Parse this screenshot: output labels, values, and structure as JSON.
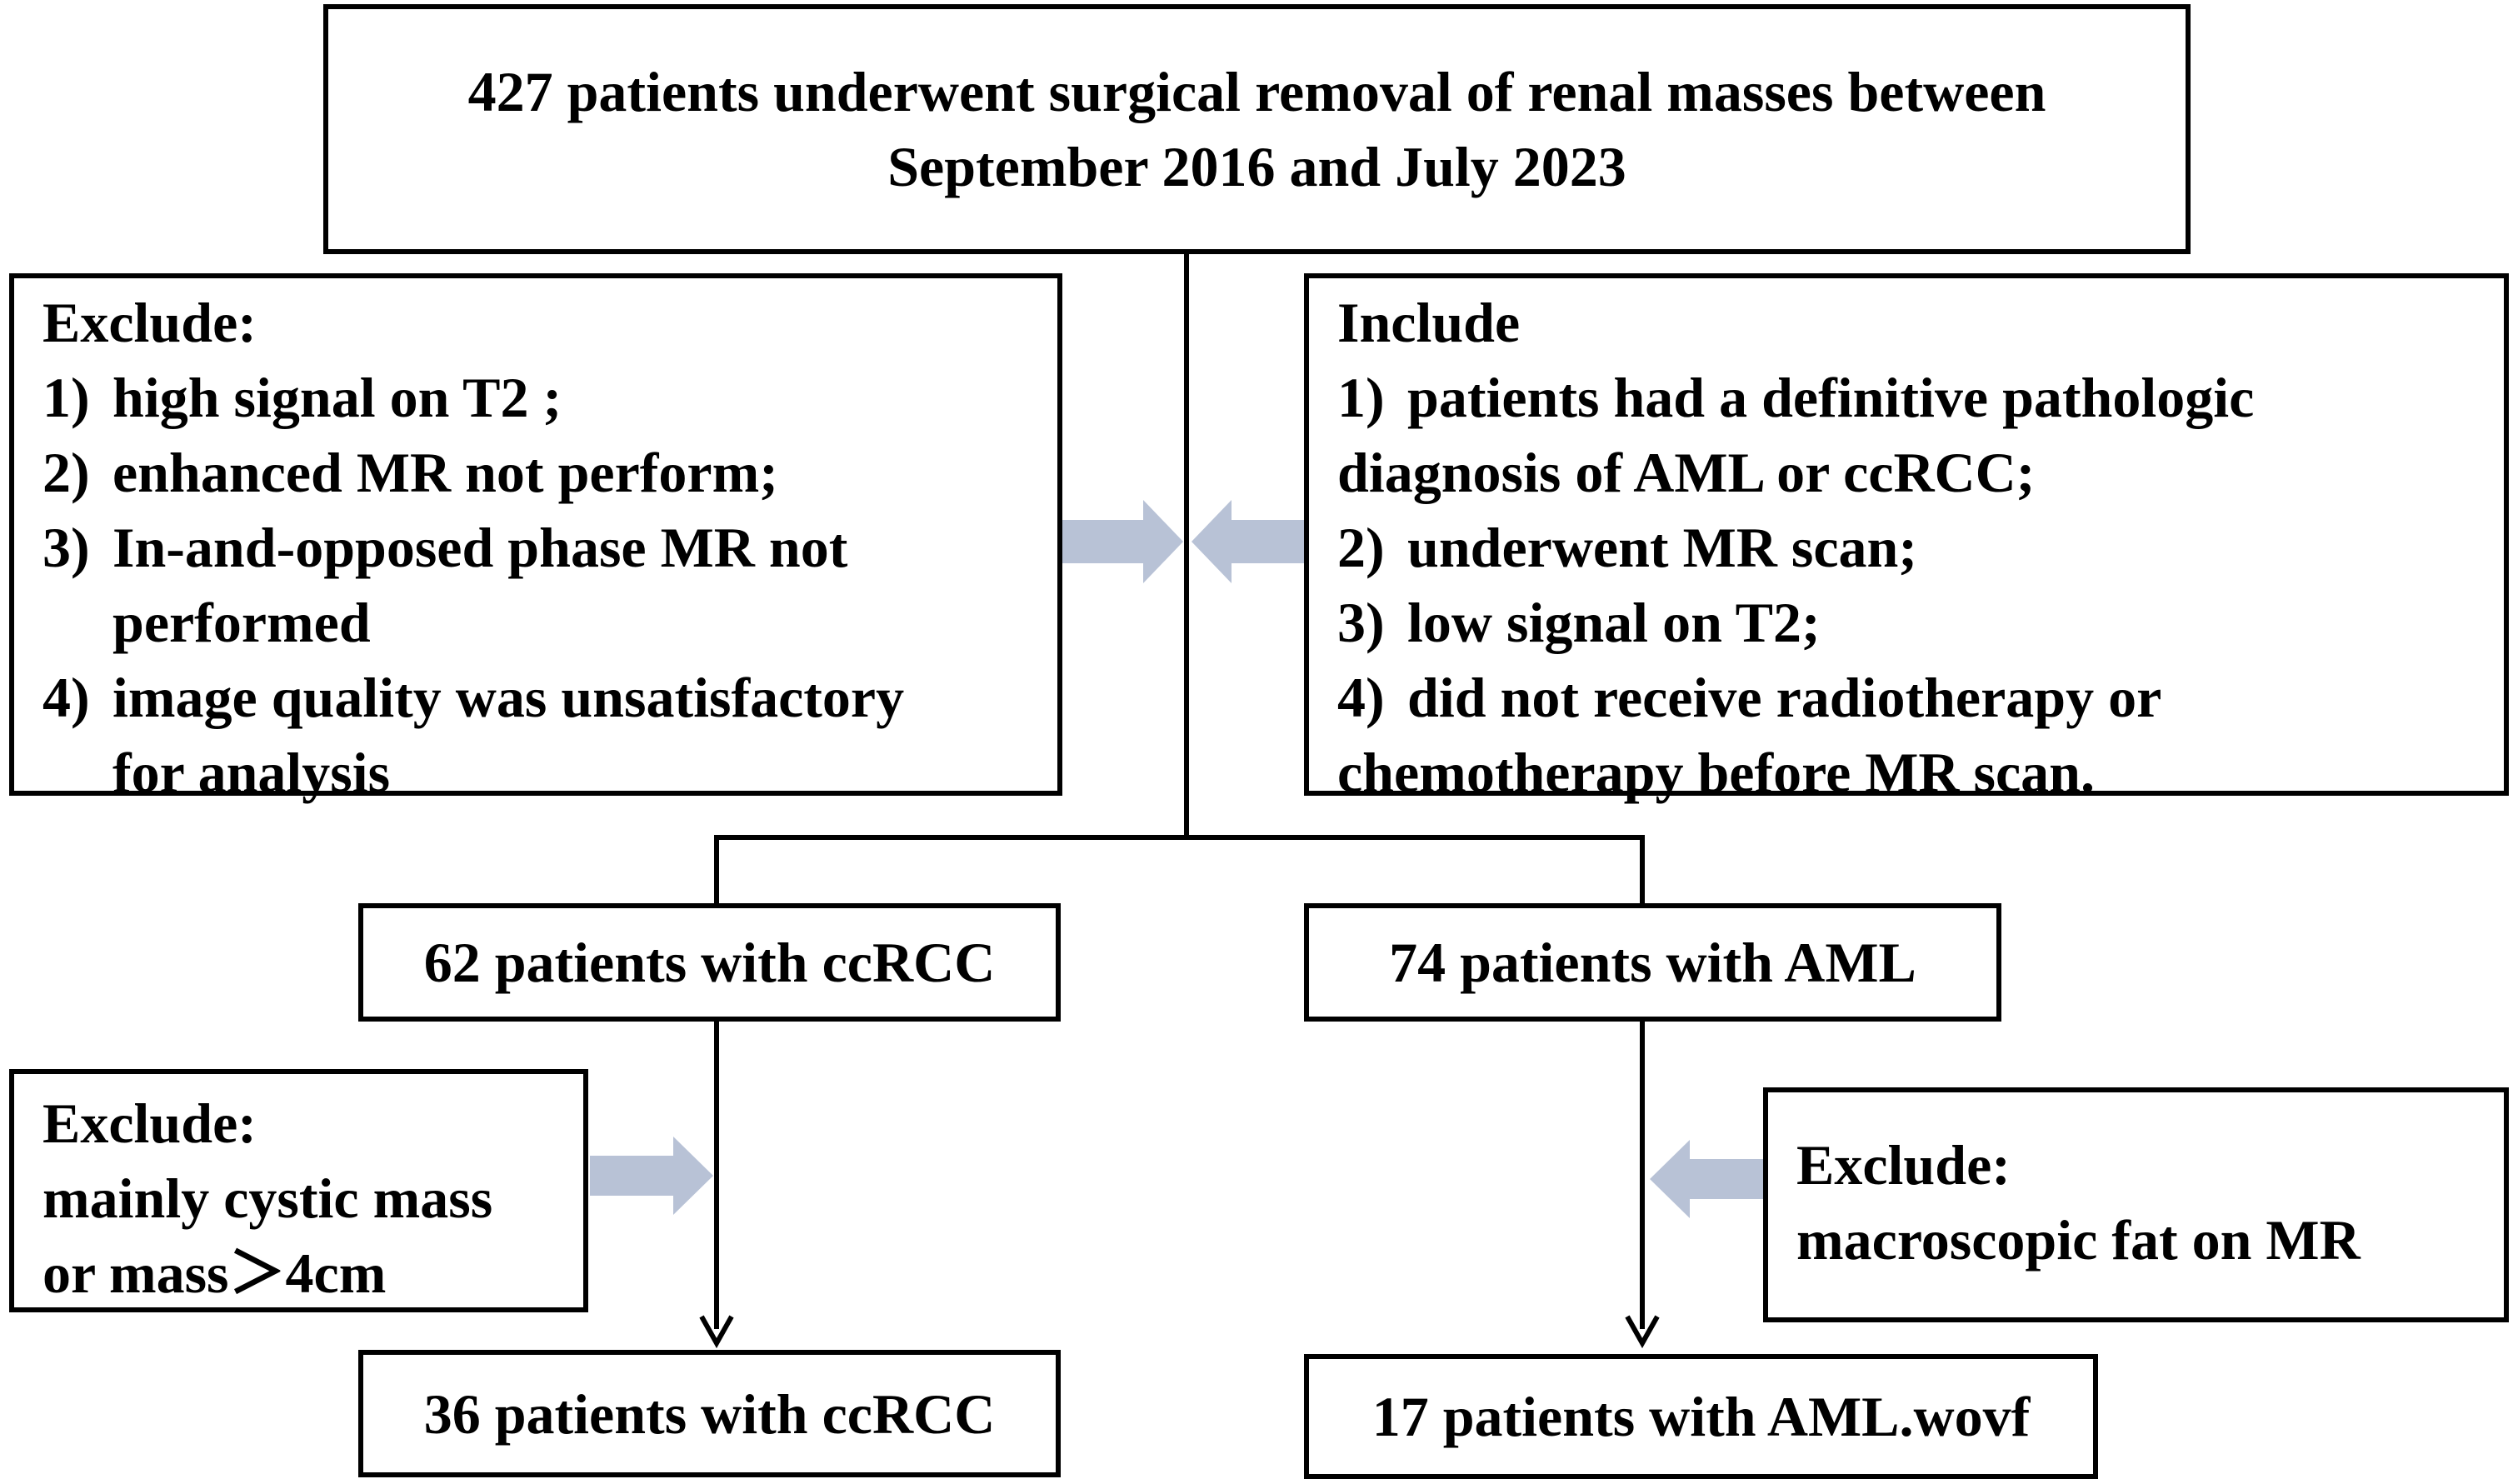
{
  "top_box": {
    "line1": "427 patients underwent surgical removal of renal masses between",
    "line2": "September 2016 and July 2023"
  },
  "exclude_main": {
    "title": "Exclude:",
    "items": [
      {
        "num": "1)",
        "text": [
          "high signal on T2 ;"
        ]
      },
      {
        "num": "2)",
        "text": [
          "enhanced MR not perform;"
        ]
      },
      {
        "num": "3)",
        "text": [
          "In-and-opposed phase MR not",
          "performed"
        ]
      },
      {
        "num": "4)",
        "text": [
          "image quality was unsatisfactory",
          "for analysis"
        ]
      }
    ]
  },
  "include_main": {
    "title": "Include",
    "items": [
      {
        "num": "1)",
        "text": [
          "patients had a definitive pathologic",
          "diagnosis of  AML or ccRCC;"
        ]
      },
      {
        "num": "2)",
        "text": [
          "underwent  MR scan;"
        ]
      },
      {
        "num": "3)",
        "text": [
          "low signal on T2;"
        ]
      },
      {
        "num": "4)",
        "text": [
          "did not receive radiotherapy or",
          "chemotherapy before MR scan."
        ]
      }
    ]
  },
  "ccrcc_box": {
    "label": "62 patients with ccRCC"
  },
  "aml_box": {
    "label": "74 patients with AML"
  },
  "exclude_ccrcc": {
    "title": "Exclude:",
    "line1": "mainly cystic mass",
    "line2": "or mass＞4cm"
  },
  "exclude_aml": {
    "title": "Exclude:",
    "line1": "macroscopic fat on MR"
  },
  "final_ccrcc": {
    "label": "36 patients with ccRCC"
  },
  "final_aml": {
    "label": "17 patients with AML.wovf"
  },
  "colors": {
    "stroke": "#000000",
    "block_arrow": "#b8c2d6",
    "background": "#ffffff"
  }
}
